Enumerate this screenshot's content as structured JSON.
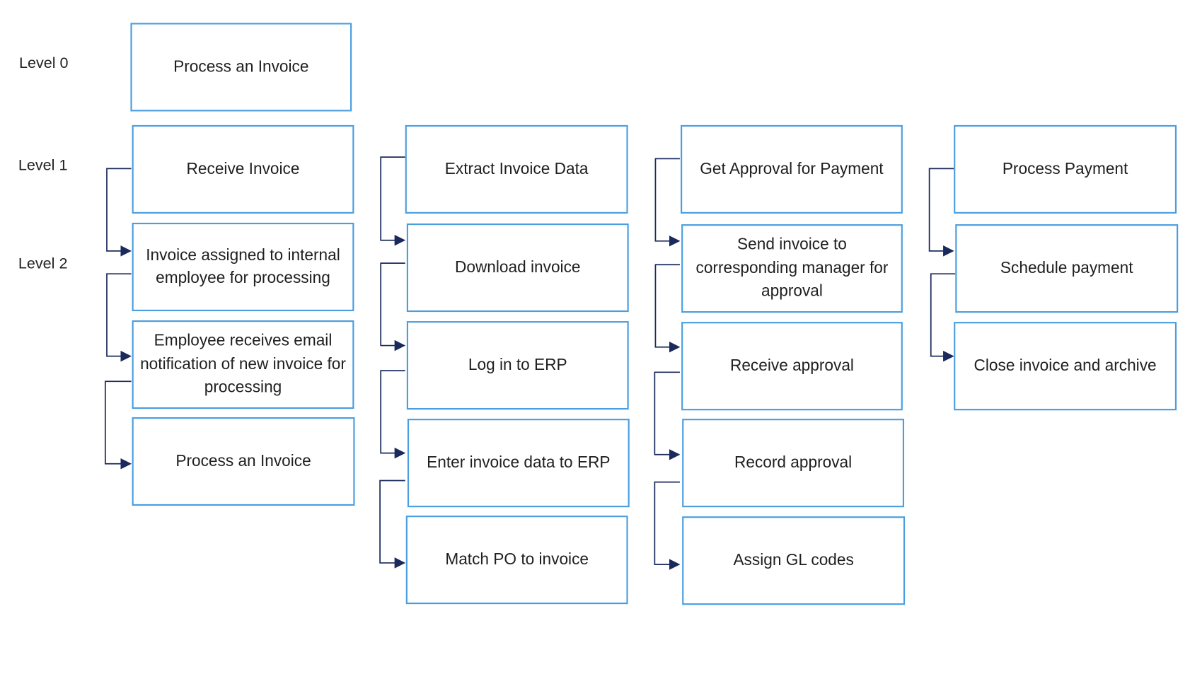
{
  "levels": {
    "level0": "Level 0",
    "level1": "Level 1",
    "level2": "Level 2"
  },
  "root": "Process an Invoice",
  "columns": [
    {
      "title": "Receive Invoice",
      "steps": [
        "Invoice assigned to internal employee for processing",
        "Employee receives email notification of new invoice for processing",
        "Process an Invoice"
      ]
    },
    {
      "title": "Extract Invoice Data",
      "steps": [
        "Download invoice",
        "Log in to ERP",
        "Enter invoice data to ERP",
        "Match PO to invoice"
      ]
    },
    {
      "title": "Get Approval for Payment",
      "steps": [
        "Send invoice to corresponding manager for approval",
        "Receive approval",
        "Record approval",
        "Assign GL codes"
      ]
    },
    {
      "title": "Process Payment",
      "steps": [
        "Schedule payment",
        "Close invoice and archive"
      ]
    }
  ],
  "colors": {
    "box_border": "#4a9ee0",
    "connector": "#1b2a5c",
    "text": "#1f1f1f"
  }
}
